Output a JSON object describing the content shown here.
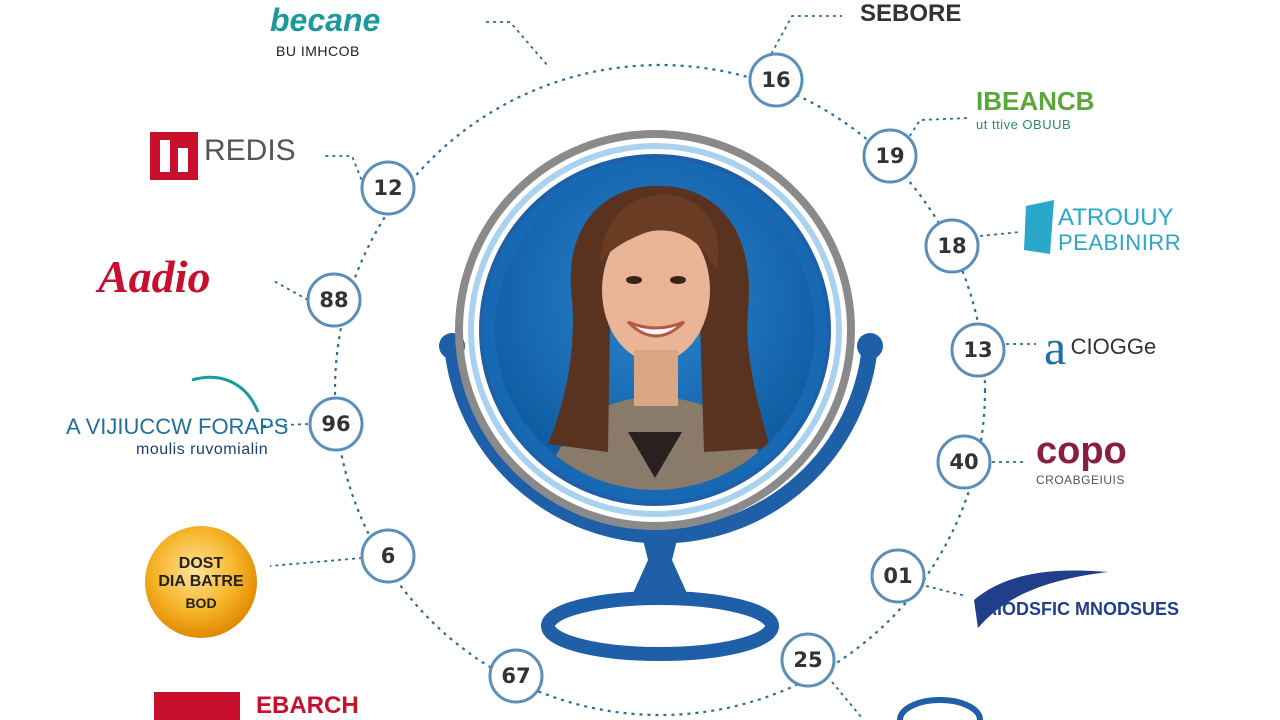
{
  "colors": {
    "connector": "#2a6f97",
    "node_ring": "#5b8fb9",
    "stand_blue": "#1f5fa8",
    "mirror_grey": "#8a8a8a",
    "photo_bg": "#1769b3",
    "teal": "#1a9a9a",
    "red": "#c8102e",
    "green": "#5aa83a",
    "cyan": "#2aa7c9",
    "maroon": "#8b1e3f",
    "navy": "#1f3f8b",
    "orange": "#f2a007"
  },
  "center": {
    "photo": "smiling-woman-portrait",
    "icon": "mirror-stand-icon"
  },
  "nodes": [
    {
      "id": "n16",
      "label": "16"
    },
    {
      "id": "n19",
      "label": "19"
    },
    {
      "id": "n18",
      "label": "18"
    },
    {
      "id": "n13",
      "label": "13"
    },
    {
      "id": "n40",
      "label": "40"
    },
    {
      "id": "n01",
      "label": "01"
    },
    {
      "id": "n25",
      "label": "25"
    },
    {
      "id": "n67",
      "label": "67"
    },
    {
      "id": "n6",
      "label": "6"
    },
    {
      "id": "n96",
      "label": "96"
    },
    {
      "id": "n88",
      "label": "88"
    },
    {
      "id": "n12",
      "label": "12"
    }
  ],
  "logos": {
    "top_left": {
      "main": "becane",
      "sub": "BU IMHCOB"
    },
    "top_right": {
      "main": "SEBORE"
    },
    "left_redis": {
      "main": "REDIS"
    },
    "left_adio": {
      "main": "Aadio"
    },
    "left_vibe": {
      "main": "A VIJIUCCW FORAPS",
      "sub": "moulis ruvomialin"
    },
    "left_badge": {
      "l1": "DOST",
      "l2": "DIA BATRE",
      "l3": "BOD"
    },
    "bottom_left": {
      "main": "EBARCH"
    },
    "right_green": {
      "main": "IBEANCB",
      "sub": "ut ttive OBUUB"
    },
    "right_cyan": {
      "main": "ATROUUY",
      "sub": "PEABINIRR"
    },
    "right_a": {
      "main": "CIOGGe"
    },
    "right_copo": {
      "main": "copo",
      "sub": "CROABGEIUIS"
    },
    "right_navy": {
      "main": "AIODSFIC MNODSUES"
    }
  }
}
